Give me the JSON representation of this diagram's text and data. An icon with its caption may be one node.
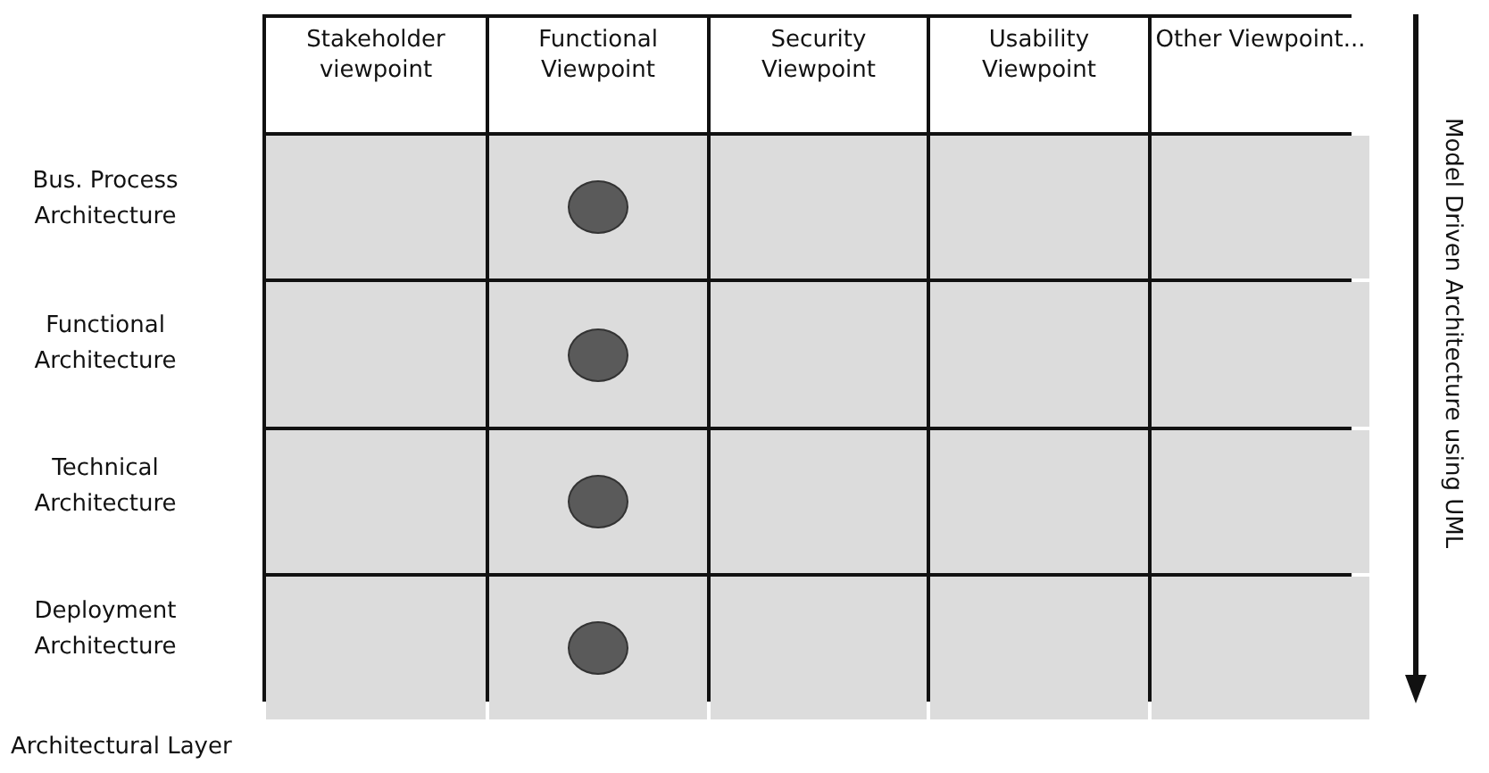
{
  "diagram": {
    "nodes": [
      {
        "text": [],
        "shape": "circle"
      },
      {
        "text": [],
        "shape": "circle"
      },
      {
        "text": [],
        "shape": "circle"
      },
      {
        "text": [],
        "shape": "circle"
      }
    ],
    "labels": [
      "Stakeholder viewpoint",
      "Functional Viewpoint",
      "Security Viewpoint",
      "Usability Viewpoint",
      "Other Viewpoint...",
      "Bus. Process Architecture",
      "Functional Architecture",
      "Technical Architecture",
      "Deployment Architecture",
      "Model Driven Architecture using UML",
      "Architectural Layer"
    ]
  }
}
